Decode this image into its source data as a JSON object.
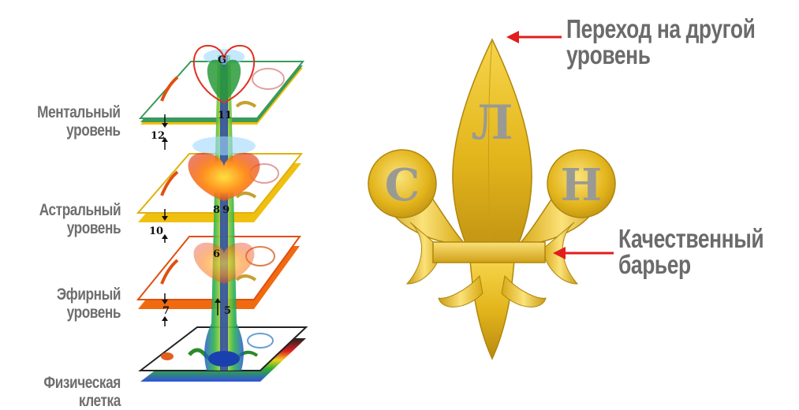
{
  "levels": [
    {
      "line1": "Ментальный",
      "line2": "уровень"
    },
    {
      "line1": "Астральный",
      "line2": "уровень"
    },
    {
      "line1": "Эфирный",
      "line2": "уровень"
    },
    {
      "line1": "Физическая",
      "line2": "клетка"
    }
  ],
  "markers": {
    "n11": "11",
    "n12": "12",
    "n10": "10",
    "n8": "8",
    "n9": "9",
    "n6": "6",
    "n7": "7",
    "n5": "5",
    "g": "G"
  },
  "emblem": {
    "letter_top": "Л",
    "letter_left": "С",
    "letter_right": "Н"
  },
  "annotations": {
    "top": {
      "line1": "Переход на другой",
      "line2": "уровень"
    },
    "bottom": {
      "line1": "Качественный",
      "line2": "барьер"
    }
  },
  "colors": {
    "gold": "#e3b51c",
    "arrow": "#e31c1c",
    "label": "#6e6e6e"
  }
}
